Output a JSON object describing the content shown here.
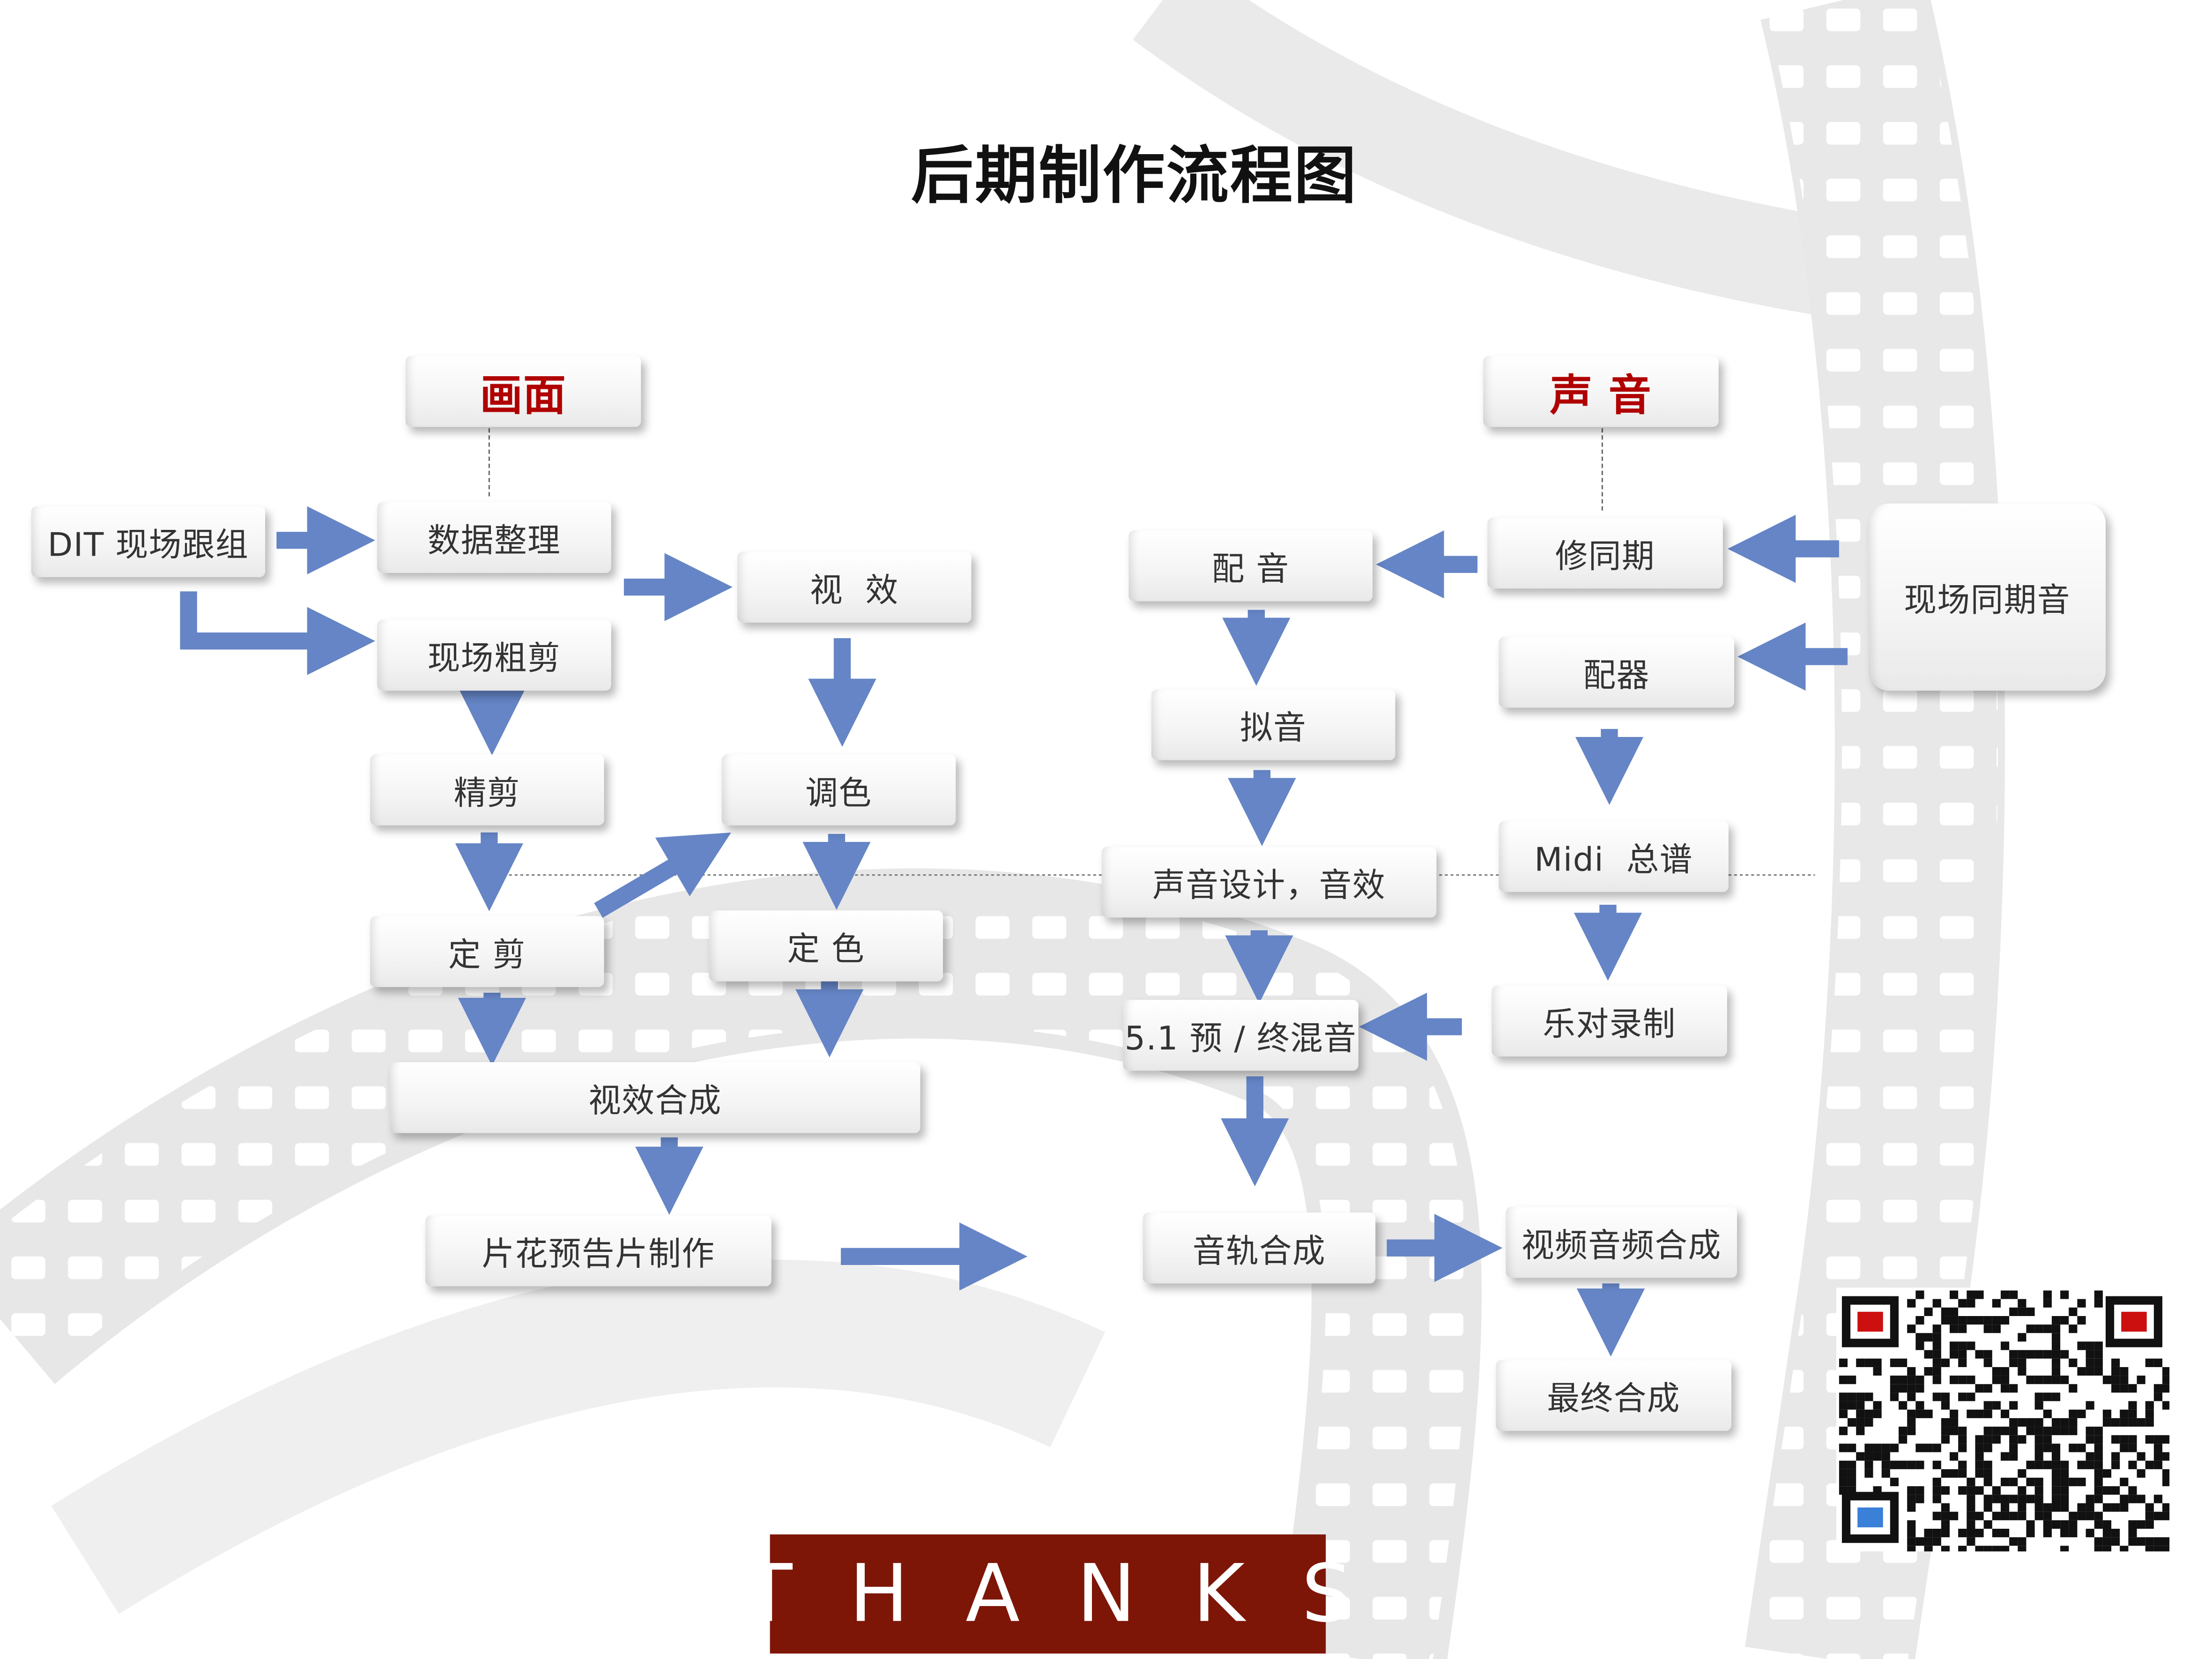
{
  "title": "后期制作流程图",
  "headers": {
    "picture": "画面",
    "sound": "声 音"
  },
  "nodes": {
    "dit": "DIT 现场跟组",
    "data_sort": "数据整理",
    "field_rough_cut": "现场粗剪",
    "fine_cut": "精剪",
    "lock_cut": "定 剪",
    "vfx": "视  效",
    "grading": "调色",
    "lock_grade": "定 色",
    "vfx_composite": "视效合成",
    "trailer": "片花预告片制作",
    "dubbing": "配 音",
    "foley": "拟音",
    "sound_design": "声音设计，音效",
    "premix": "5.1 预 / 终混音",
    "sync": "修同期",
    "scoring": "配器",
    "midi": "Midi  总谱",
    "music_recording": "乐对录制",
    "field_audio": "现场同期音",
    "track_composite": "音轨合成",
    "av_composite": "视频音频合成",
    "final": "最终合成"
  },
  "footer": {
    "thanks": "THANKS"
  },
  "colors": {
    "arrow": "#6585c6",
    "header_red": "#b00000",
    "thanks_bg": "#7e1608"
  }
}
